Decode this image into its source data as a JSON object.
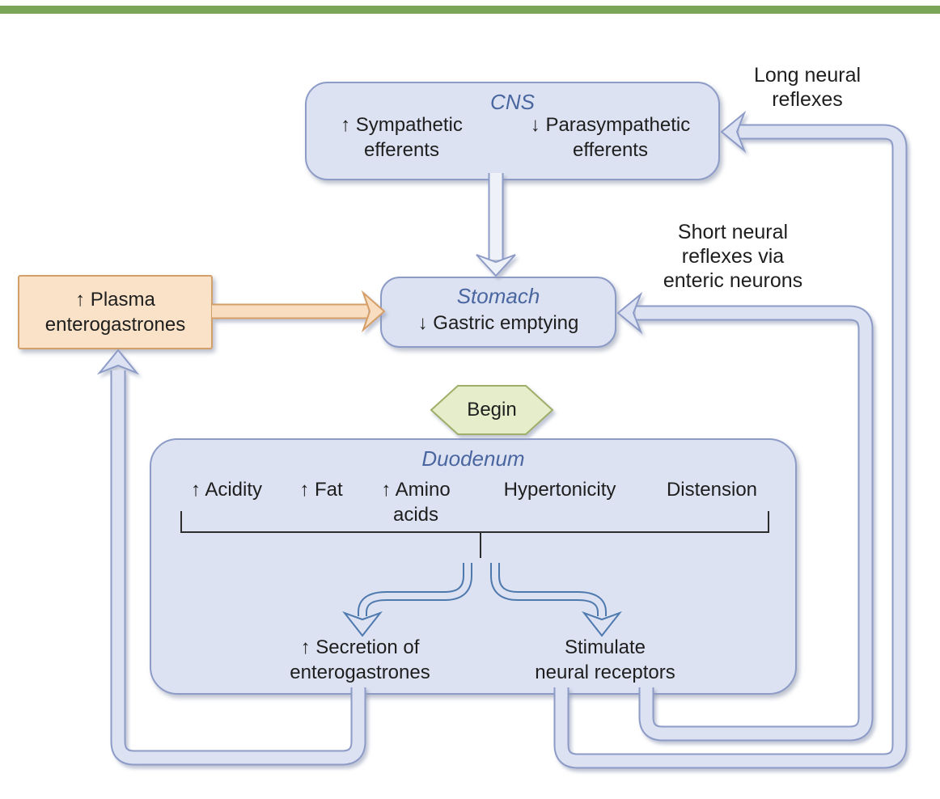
{
  "diagram": {
    "cns": {
      "title": "CNS",
      "left_efferents": "↑ Sympathetic\nefferents",
      "right_efferents": "↓ Parasympathetic\nefferents"
    },
    "stomach": {
      "title": "Stomach",
      "effect": "↓ Gastric emptying"
    },
    "plasma_box": {
      "text": "↑ Plasma\nenterogastrones"
    },
    "begin": {
      "label": "Begin"
    },
    "duodenum": {
      "title": "Duodenum",
      "factors": [
        "↑ Acidity",
        "↑ Fat",
        "↑ Amino\nacids",
        "Hypertonicity",
        "Distension"
      ],
      "outcome_left": "↑ Secretion of\nenterogastrones",
      "outcome_right": "Stimulate\nneural receptors"
    },
    "labels": {
      "long_reflex": "Long neural\nreflexes",
      "short_reflex": "Short neural\nreflexes via\nenteric neurons"
    },
    "colors": {
      "top_bar": "#7aa757",
      "node_fill": "#dce2f1",
      "node_border": "#8d9bc7",
      "title_text": "#4a66a0",
      "plasma_fill": "#f9e2c7",
      "plasma_border": "#d3a069",
      "begin_fill": "#e5edca",
      "begin_border": "#9fae67",
      "branch_arrow": "#4e79ae",
      "orange_arrow_border": "#d49e66",
      "text": "#1e1e1e"
    }
  }
}
